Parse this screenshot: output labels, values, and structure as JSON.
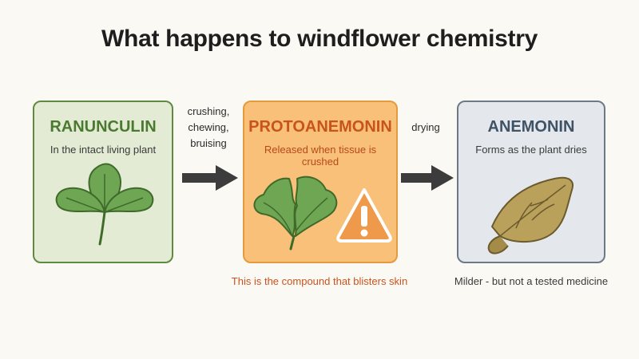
{
  "title": "What happens to windflower chemistry",
  "stages": [
    {
      "name": "RANUNCULIN",
      "description": "In the intact living plant",
      "icon": "green-leaf-icon"
    },
    {
      "name": "PROTOANEMONIN",
      "description": "Released when tissue is crushed",
      "icon": "torn-leaf-warning-icon",
      "caption": "This is the compound that blisters skin"
    },
    {
      "name": "ANEMONIN",
      "description": "Forms as the plant dries",
      "icon": "dried-leaf-icon",
      "caption": "Milder - but not a tested medicine"
    }
  ],
  "transitions": [
    {
      "lines": [
        "crushing,",
        "chewing,",
        "bruising"
      ]
    },
    {
      "lines": [
        "drying"
      ]
    }
  ],
  "colors": {
    "ranunculin_fill": "#e4ebd5",
    "protoanemonin_fill": "#f8c078",
    "anemonin_fill": "#e4e8ec",
    "warning": "#ee9a4a",
    "caption_warning": "#c9531e"
  }
}
